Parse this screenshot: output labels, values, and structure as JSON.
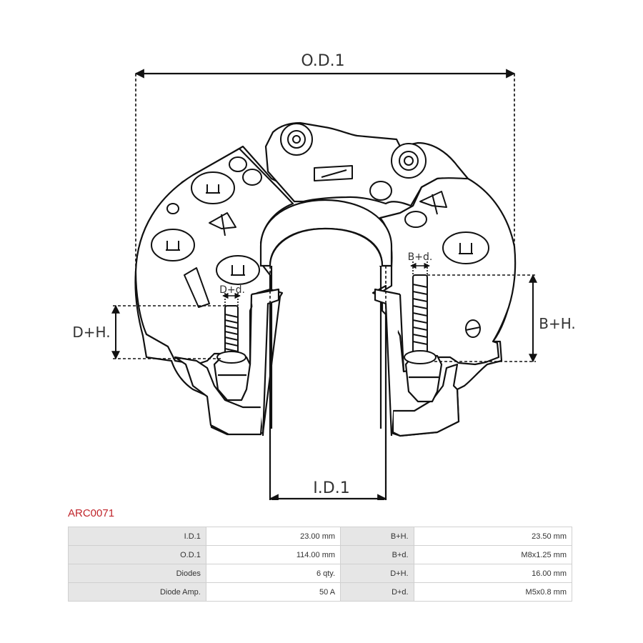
{
  "dimensions": {
    "od1": "O.D.1",
    "id1": "I.D.1",
    "bh": "B+H.",
    "bd": "B+d.",
    "dh": "D+H.",
    "dd": "D+d."
  },
  "product": {
    "code": "ARC0071"
  },
  "specs": [
    {
      "label1": "I.D.1",
      "value1": "23.00 mm",
      "label2": "B+H.",
      "value2": "23.50 mm"
    },
    {
      "label1": "O.D.1",
      "value1": "114.00 mm",
      "label2": "B+d.",
      "value2": "M8x1.25 mm"
    },
    {
      "label1": "Diodes",
      "value1": "6 qty.",
      "label2": "D+H.",
      "value2": "16.00 mm"
    },
    {
      "label1": "Diode Amp.",
      "value1": "50 A",
      "label2": "D+d.",
      "value2": "M5x0.8 mm"
    }
  ]
}
